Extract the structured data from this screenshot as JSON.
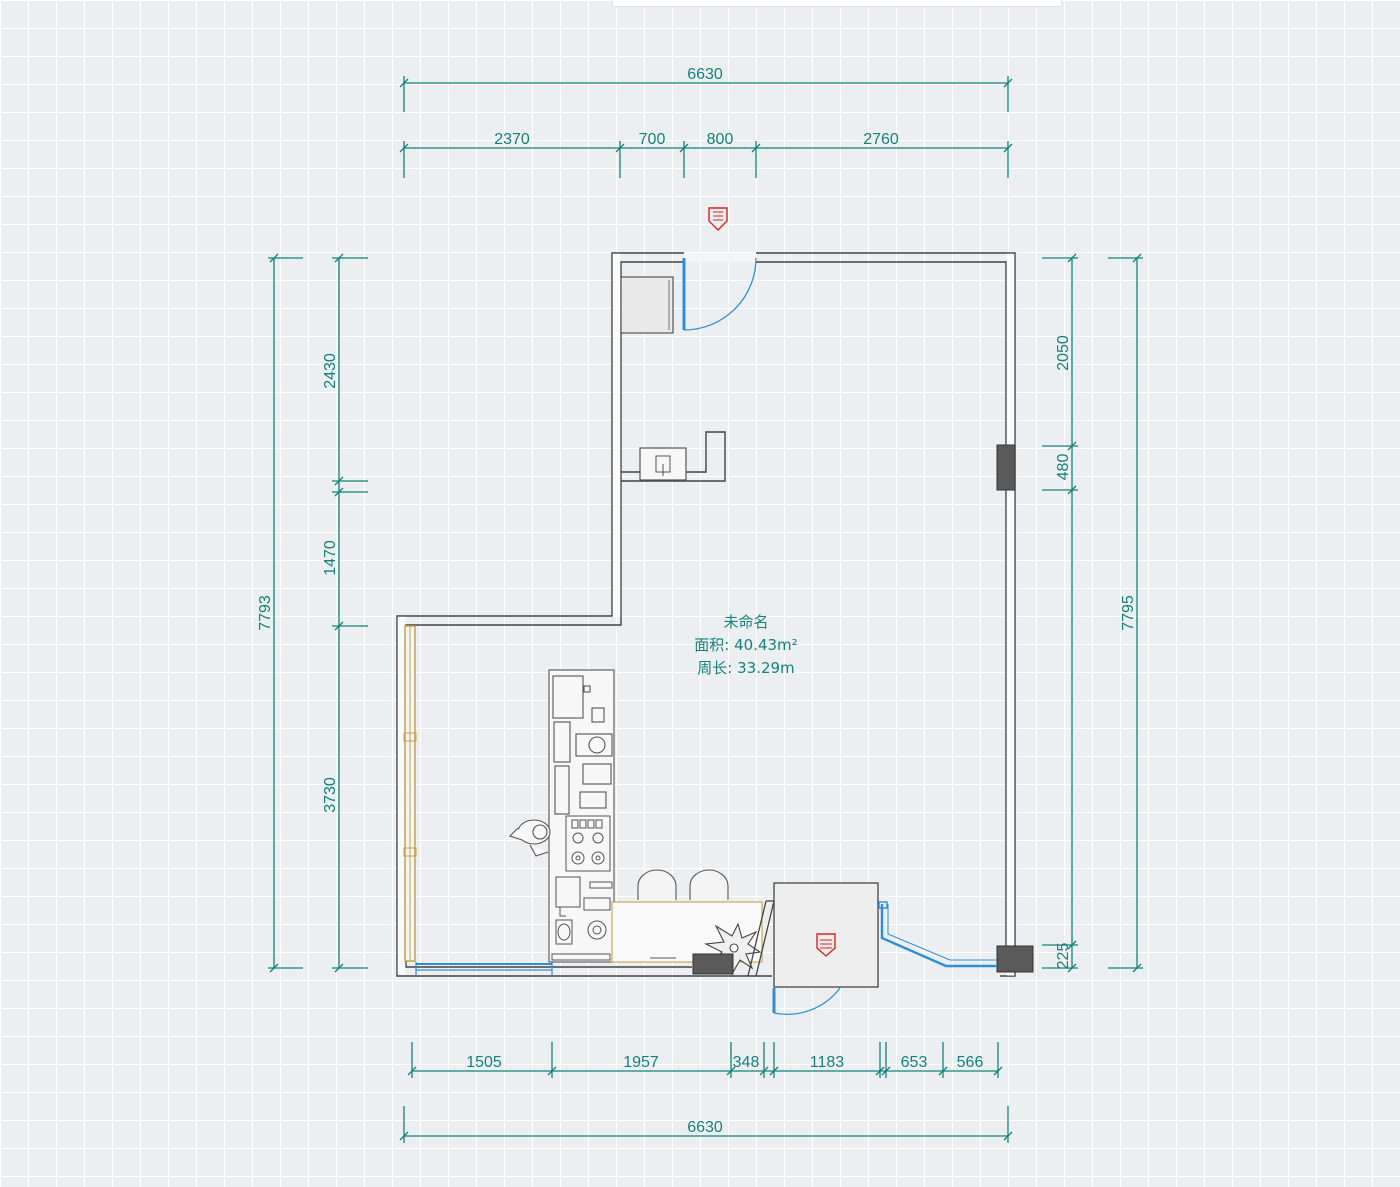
{
  "colors": {
    "dimension": "#14827a",
    "wall": "#444444",
    "window": "#2f8fd6",
    "wood": "#c8a24a",
    "entrance_marker": "#e02020",
    "column": "#5a5a5a"
  },
  "dimensions": {
    "top_total": "6630",
    "top_segments": [
      "2370",
      "700",
      "800",
      "2760"
    ],
    "bottom_segments": [
      "1505",
      "1957",
      "348",
      "1183",
      "653",
      "566"
    ],
    "bottom_total": "6630",
    "left_total": "7793",
    "left_segments": [
      "2430",
      "1470",
      "3730"
    ],
    "right_total": "7795",
    "right_segments": [
      "2050",
      "480",
      "225"
    ]
  },
  "room": {
    "name": "未命名",
    "area": "面积: 40.43m²",
    "perimeter": "周长: 33.29m"
  },
  "icons": {
    "top_entrance": "entrance-arrow-icon",
    "bottom_entrance": "entrance-arrow-icon"
  }
}
